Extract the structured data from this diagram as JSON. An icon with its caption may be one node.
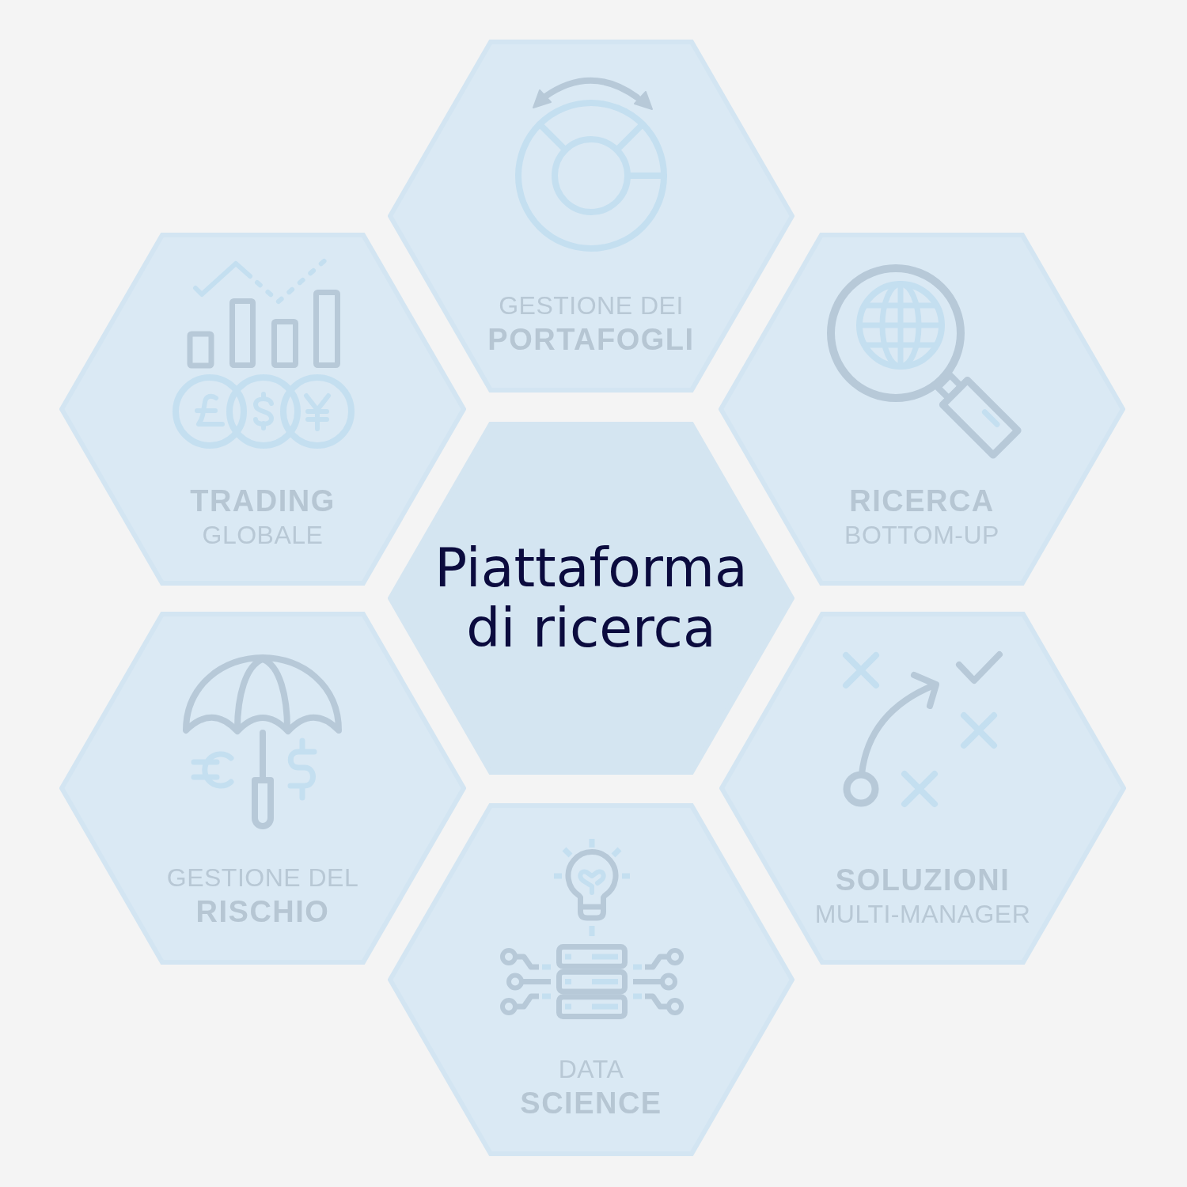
{
  "diagram": {
    "nodes": [
      {
        "text": [
          "GESTIONE DEI **PORTAFOGLI**"
        ]
      },
      {
        "text": [
          "**TRADING** GLOBALE"
        ]
      },
      {
        "text": [
          "**RICERCA** BOTTOM-UP"
        ]
      },
      {
        "text": [
          "Piattaforma di ricerca"
        ]
      },
      {
        "text": [
          "GESTIONE DEL **RISCHIO**"
        ]
      },
      {
        "text": [
          "**SOLUZIONI** MULTI-MANAGER"
        ]
      },
      {
        "text": [
          "DATA **SCIENCE**"
        ]
      }
    ]
  }
}
